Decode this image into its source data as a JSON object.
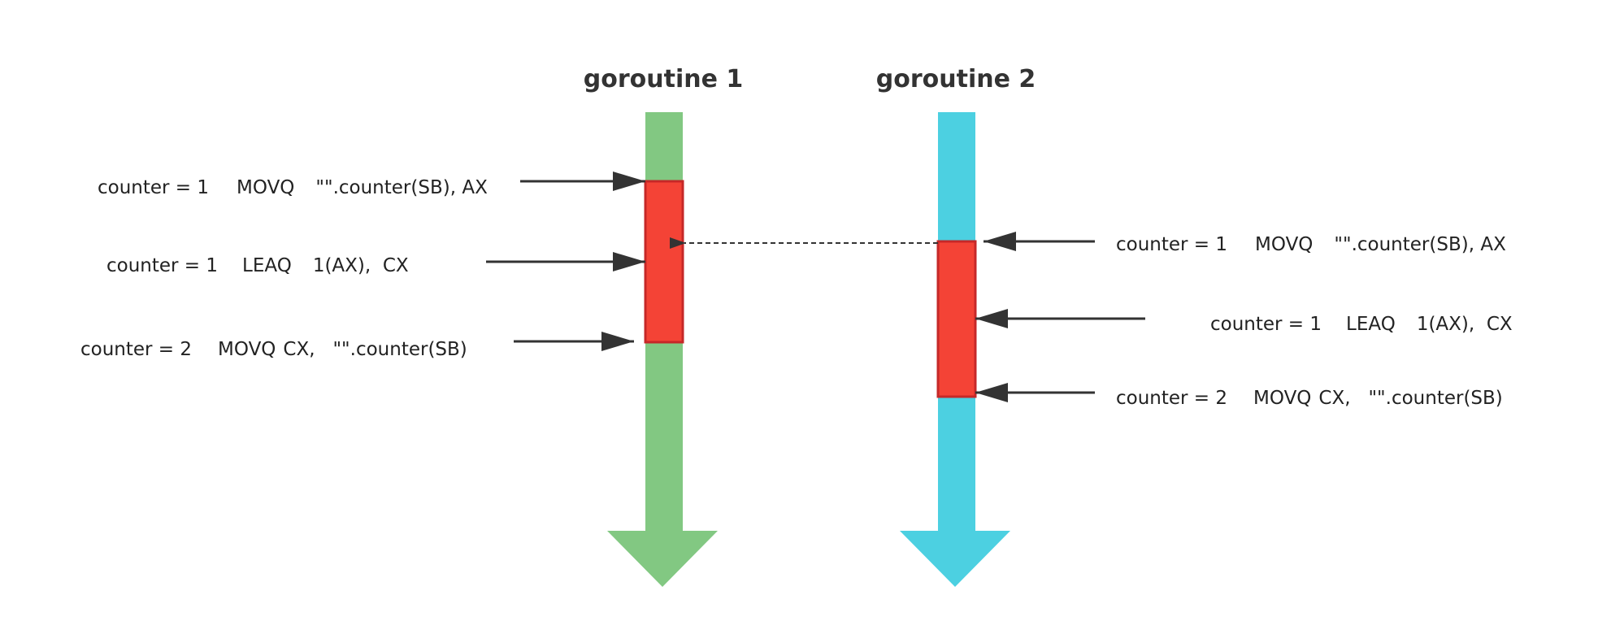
{
  "colors": {
    "goroutine_1": "#82c882",
    "goroutine_2": "#4cd0e1",
    "critical_section": "#f44336",
    "critical_section_border": "#c62828",
    "arrow": "#333333"
  },
  "goroutines": [
    {
      "title": "goroutine 1",
      "steps": [
        {
          "state": "counter = 1",
          "op": "MOVQ",
          "args": "\"\".counter(SB), AX"
        },
        {
          "state": "counter = 1",
          "op": "LEAQ",
          "args": "1(AX),  CX"
        },
        {
          "state": "counter = 2",
          "op": "MOVQ",
          "args": "CX,   \"\".counter(SB)"
        }
      ]
    },
    {
      "title": "goroutine 2",
      "steps": [
        {
          "state": "counter = 1",
          "op": "MOVQ",
          "args": "\"\".counter(SB), AX"
        },
        {
          "state": "counter = 1",
          "op": "LEAQ",
          "args": "1(AX),  CX"
        },
        {
          "state": "counter = 2",
          "op": "MOVQ",
          "args": "CX,   \"\".counter(SB)"
        }
      ]
    }
  ]
}
